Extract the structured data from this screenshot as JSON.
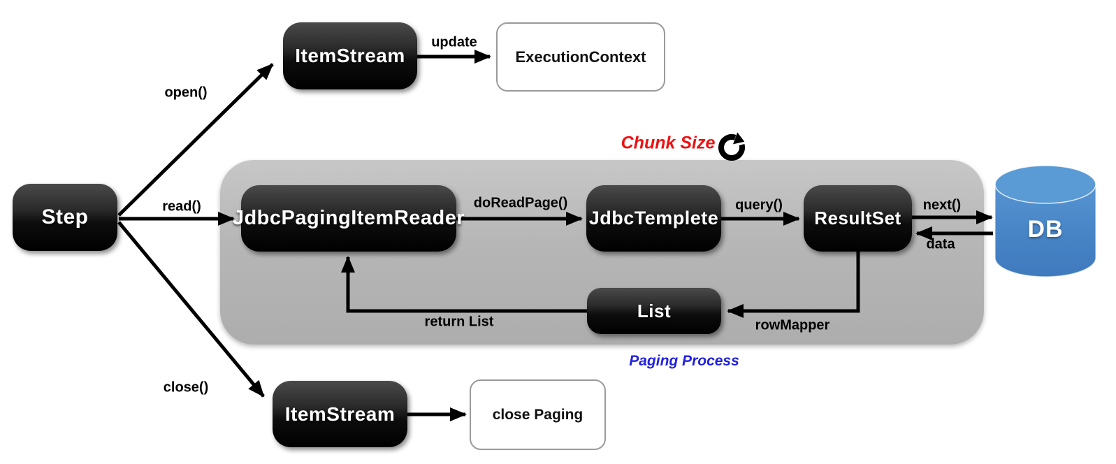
{
  "diagram": {
    "nodes": {
      "step": "Step",
      "item_stream_top": "ItemStream",
      "execution_context": "ExecutionContext",
      "jdbc_paging_item_reader": "JdbcPagingItemReader",
      "jdbc_templete": "JdbcTemplete",
      "result_set": "ResultSet",
      "list": "List",
      "db": "DB",
      "item_stream_bottom": "ItemStream",
      "close_paging": "close Paging"
    },
    "edges": {
      "open": "open()",
      "read": "read()",
      "close": "close()",
      "update": "update",
      "do_read_page": "doReadPage()",
      "query": "query()",
      "next": "next()",
      "data": "data",
      "row_mapper": "rowMapper",
      "return_list": "return List"
    },
    "annotations": {
      "chunk_size": "Chunk Size",
      "paging_process": "Paging Process"
    },
    "icons": {
      "loop_icon": "clockwise-refresh"
    },
    "colors": {
      "chunk_size_red": "#ee1111",
      "paging_process_blue": "#2121dd",
      "db_top_blue": "#5b9bd5",
      "db_body_blue": "#4a89c8",
      "container_gray": "#b9b9b9",
      "node_black": "#000000"
    }
  }
}
